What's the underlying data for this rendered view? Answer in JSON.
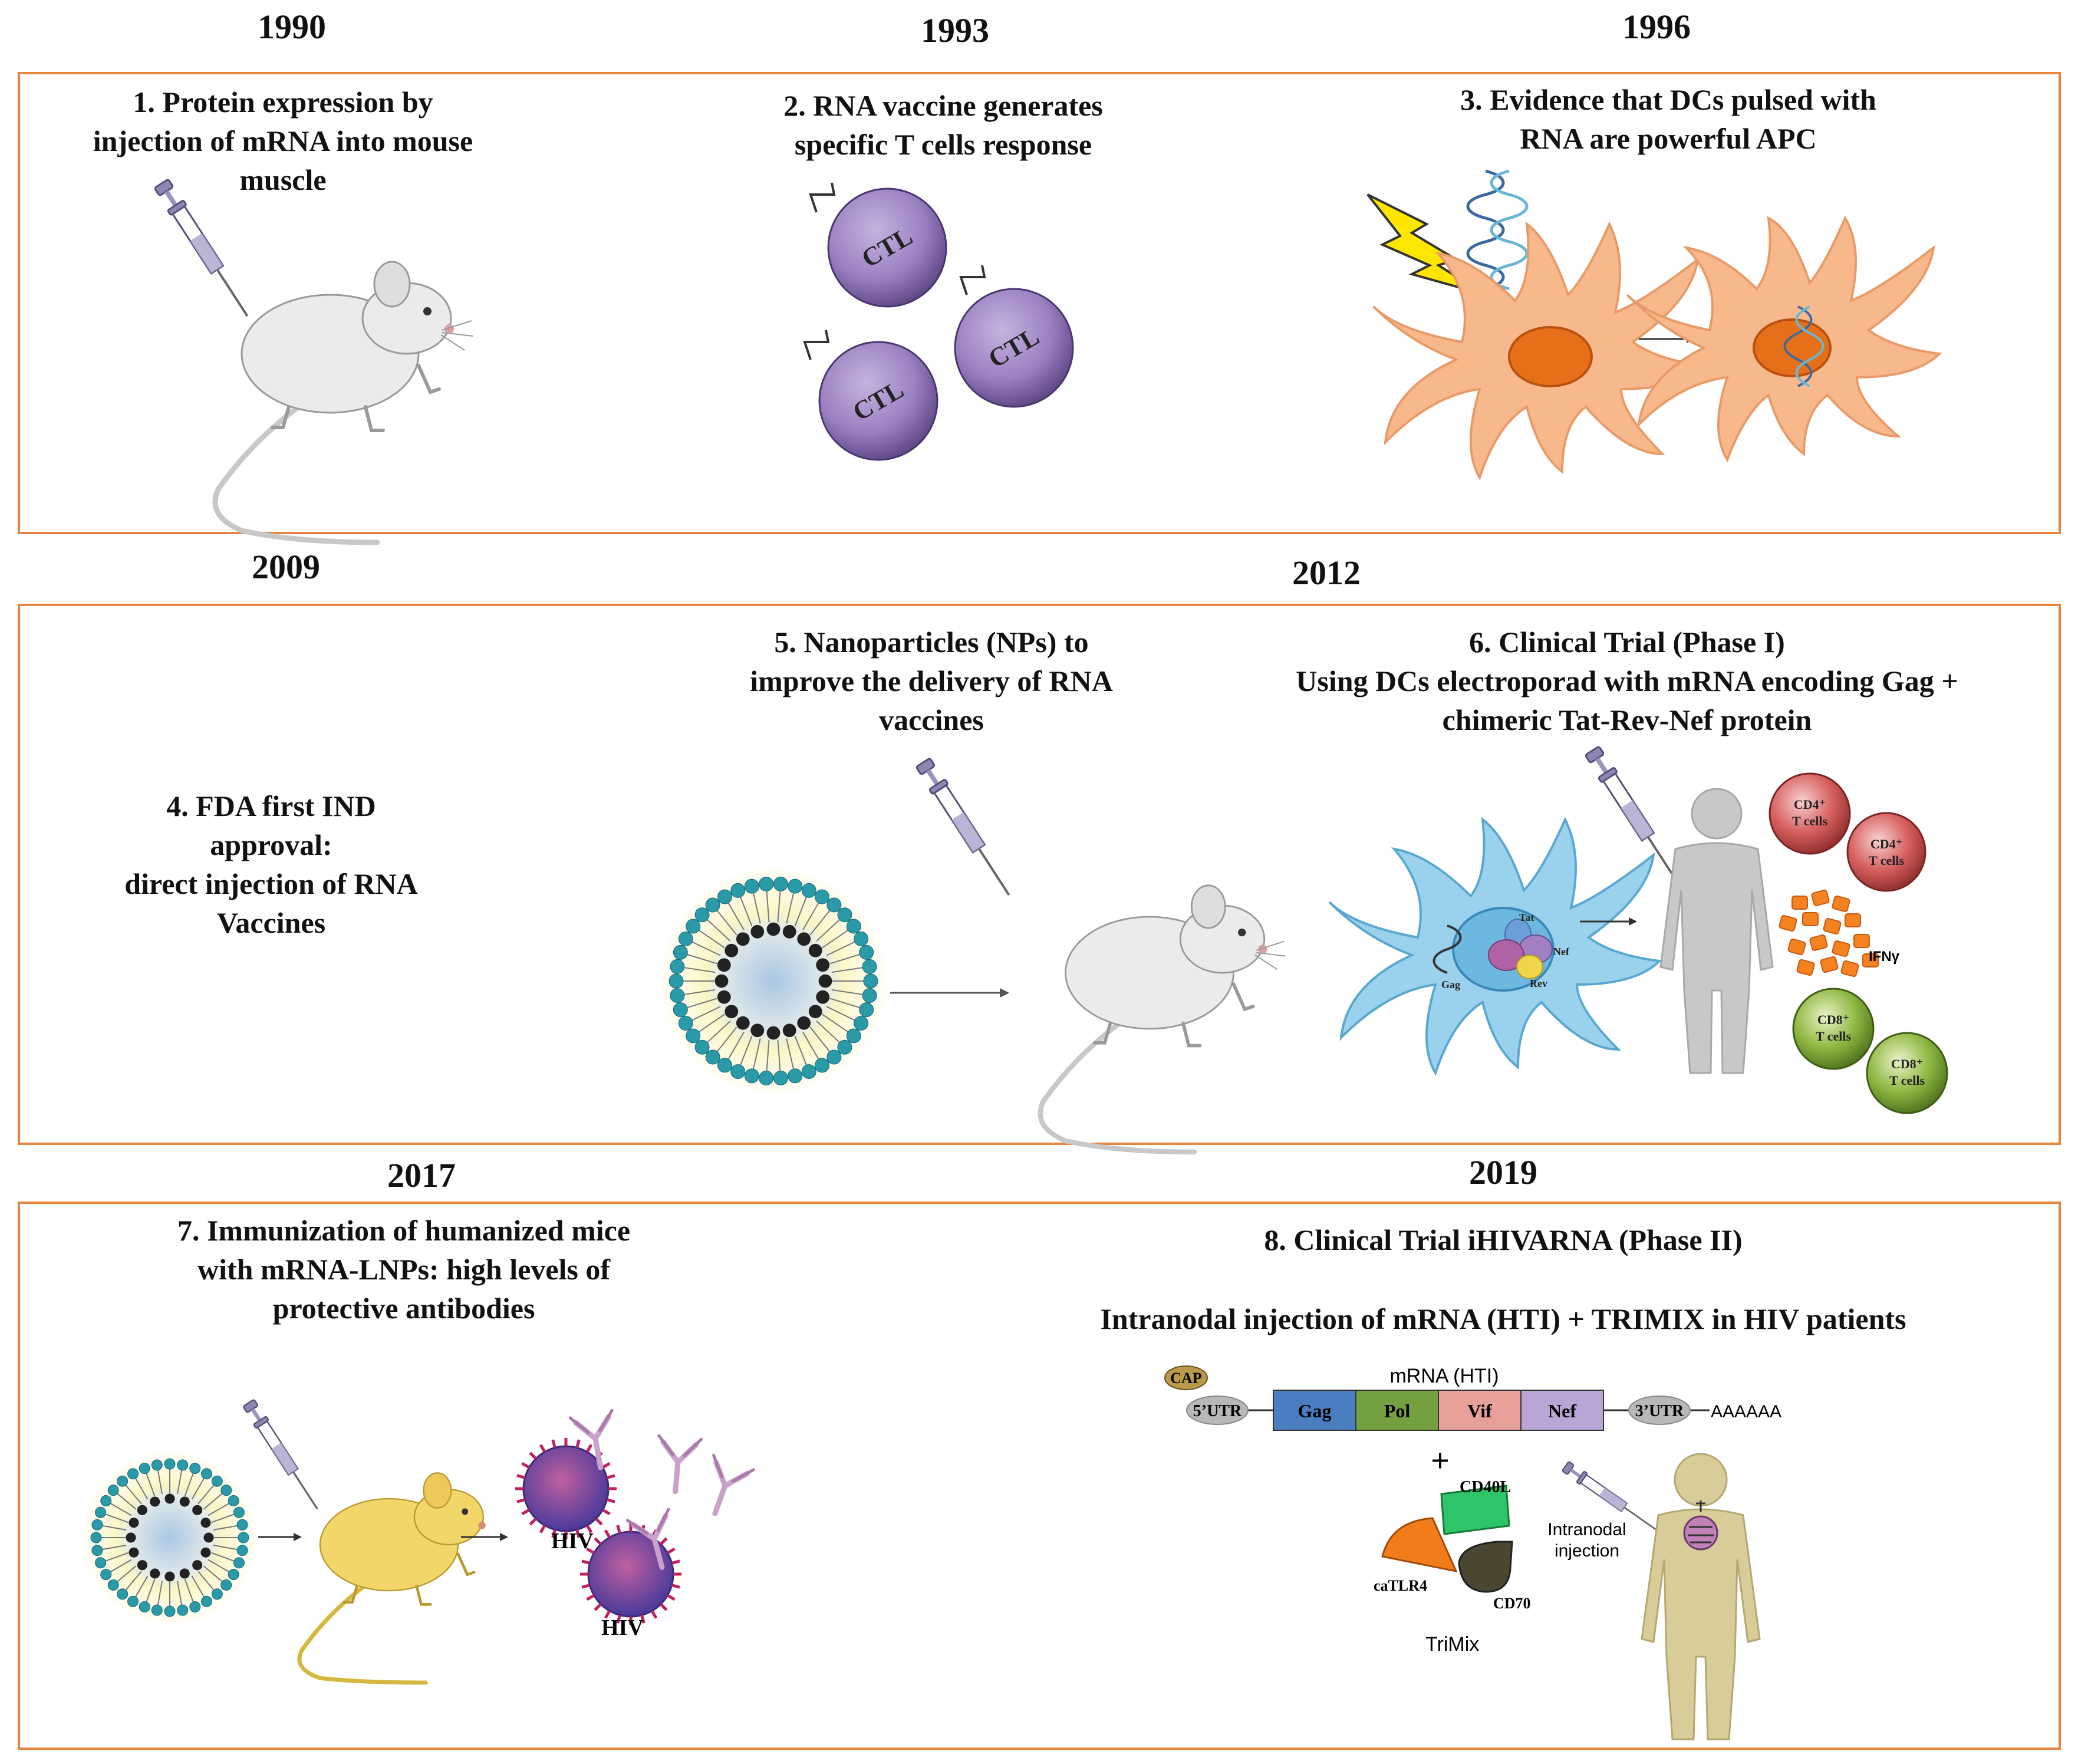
{
  "years": [
    "1990",
    "1993",
    "1996",
    "2009",
    "2012",
    "2017",
    "2019"
  ],
  "panels": {
    "p1": {
      "caption": "1. Protein expression by\ninjection of mRNA into mouse\nmuscle"
    },
    "p2": {
      "caption": "2. RNA vaccine generates\nspecific T cells response",
      "cell_label": "CTL"
    },
    "p3": {
      "caption": "3. Evidence that DCs pulsed with\nRNA are powerful APC"
    },
    "p4": {
      "caption": "4. FDA first IND\napproval:\ndirect injection of RNA\nVaccines"
    },
    "p5": {
      "caption": "5. Nanoparticles (NPs) to\nimprove the delivery of RNA\nvaccines"
    },
    "p6": {
      "caption": "6. Clinical Trial (Phase I)\nUsing DCs electroporad with mRNA encoding Gag +\nchimeric Tat-Rev-Nef protein",
      "proteins": [
        "Tat",
        "Nef",
        "Rev",
        "Gag"
      ],
      "cd4_label": [
        "CD4⁺",
        "T cells"
      ],
      "cd8_label": [
        "CD8⁺",
        "T cells"
      ],
      "ifn_label": "IFNγ"
    },
    "p7": {
      "caption": "7. Immunization of humanized mice\nwith mRNA-LNPs: high levels of\nprotective antibodies",
      "virus_label": "HIV"
    },
    "p8": {
      "caption": "8. Clinical Trial iHIVARNA (Phase II)",
      "subcaption": "Intranodal injection of mRNA (HTI) + TRIMIX in HIV patients",
      "mrna_title": "mRNA (HTI)",
      "cap_label": "CAP",
      "utr5": "5’UTR",
      "utr3": "3’UTR",
      "segments": [
        {
          "label": "Gag",
          "color": "#4a7ec0"
        },
        {
          "label": "Pol",
          "color": "#74a040"
        },
        {
          "label": "Vif",
          "color": "#e8a09a"
        },
        {
          "label": "Nef",
          "color": "#b9a6d6"
        }
      ],
      "polyA": "AAAAAA",
      "plus": "+",
      "trimix_items": [
        "CD40L",
        "caTLR4",
        "CD70"
      ],
      "trimix_label": "TriMix",
      "injection_label": [
        "Intranodal",
        "injection"
      ]
    }
  },
  "colors": {
    "frame": "#e8843c",
    "ctl": "#8e72b0",
    "dc": "#f7b98c",
    "dc_blue": "#9ad2ee",
    "cd4": "#c84848",
    "cd8": "#7ea83a",
    "mouse_yellow": "#f3d66a",
    "human": "#c8c8c8",
    "human_tan": "#d8cc98"
  }
}
